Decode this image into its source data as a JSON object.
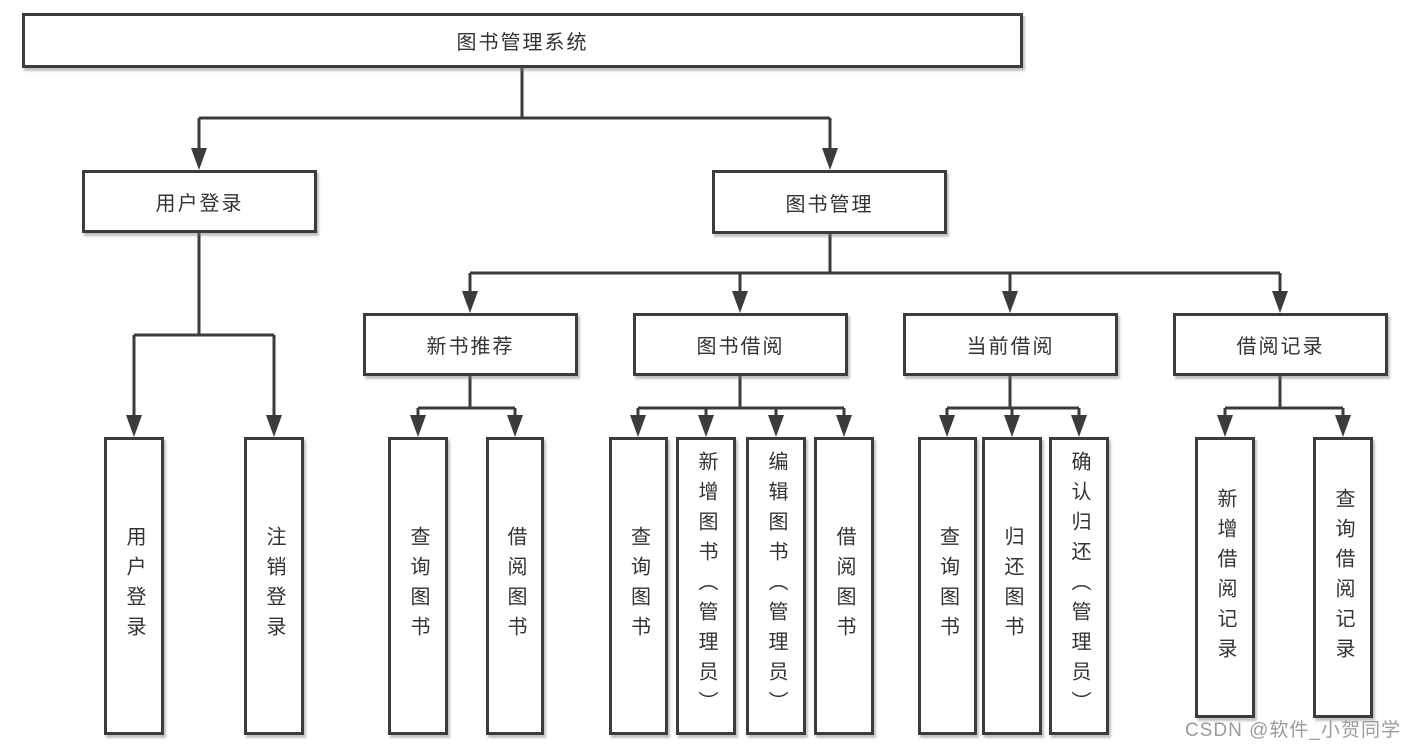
{
  "diagram": {
    "root": {
      "label": "图书管理系统"
    },
    "level2": [
      {
        "label": "用户登录"
      },
      {
        "label": "图书管理"
      }
    ],
    "level3": [
      {
        "label": "新书推荐"
      },
      {
        "label": "图书借阅"
      },
      {
        "label": "当前借阅"
      },
      {
        "label": "借阅记录"
      }
    ],
    "leaves": {
      "user_login": [
        {
          "label": "用户登录"
        },
        {
          "label": "注销登录"
        }
      ],
      "new_book": [
        {
          "label": "查询图书"
        },
        {
          "label": "借阅图书"
        }
      ],
      "book_borrow": [
        {
          "label": "查询图书"
        },
        {
          "label": "新增图书（管理员）"
        },
        {
          "label": "编辑图书（管理员）"
        },
        {
          "label": "借阅图书"
        }
      ],
      "current_borrow": [
        {
          "label": "查询图书"
        },
        {
          "label": "归还图书"
        },
        {
          "label": "确认归还（管理员）"
        }
      ],
      "borrow_record": [
        {
          "label": "新增借阅记录"
        },
        {
          "label": "查询借阅记录"
        }
      ]
    },
    "watermark": "CSDN @软件_小贺同学",
    "colors": {
      "line": "#3b3b3b",
      "text": "#333333",
      "watermark": "#9b9b9b",
      "background": "#ffffff"
    }
  }
}
